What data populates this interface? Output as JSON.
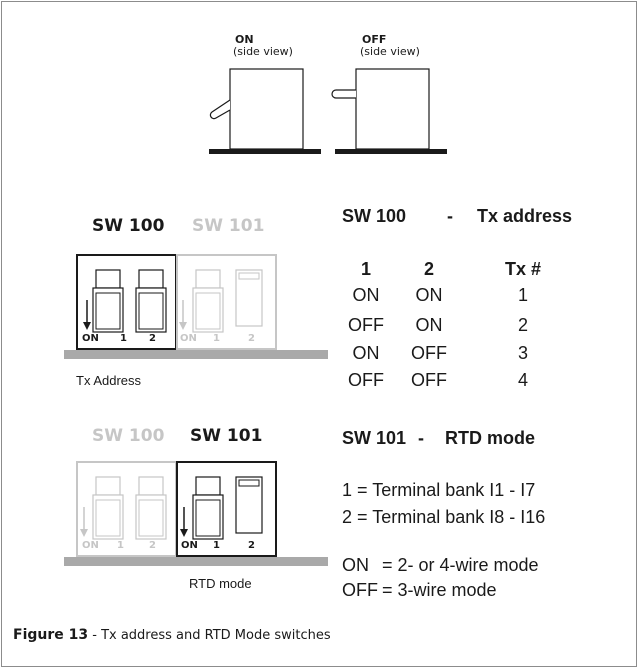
{
  "side_views": {
    "on_label": "ON",
    "on_sub": "(side view)",
    "off_label": "OFF",
    "off_sub": "(side view)"
  },
  "sw100_panel": {
    "active_label": "SW 100",
    "inactive_label": "SW 101",
    "on_text_active": "ON",
    "pos1_active": "1",
    "pos2_active": "2",
    "on_text_inactive": "ON",
    "pos1_inactive": "1",
    "pos2_inactive": "2",
    "caption": "Tx Address"
  },
  "sw101_panel": {
    "inactive_label": "SW 100",
    "active_label": "SW 101",
    "on_text_inactive": "ON",
    "pos1_inactive": "1",
    "pos2_inactive": "2",
    "on_text_active": "ON",
    "pos1_active": "1",
    "pos2_active": "2",
    "caption": "RTD mode"
  },
  "tx_table": {
    "heading_left": "SW 100",
    "heading_dash": "-",
    "heading_right": "Tx address",
    "headers": [
      "1",
      "2",
      "Tx #"
    ],
    "rows": [
      [
        "ON",
        "ON",
        "1"
      ],
      [
        "OFF",
        "ON",
        "2"
      ],
      [
        "ON",
        "OFF",
        "3"
      ],
      [
        "OFF",
        "OFF",
        "4"
      ]
    ]
  },
  "rtd_info": {
    "heading_left": "SW 101",
    "heading_dash": "-",
    "heading_right": "RTD mode",
    "line1": "1 = Terminal bank I1 - I7",
    "line2": "2 = Terminal bank I8 - I16",
    "on_key": "ON",
    "on_value": "=  2- or 4-wire mode",
    "off_key": "OFF",
    "off_value": "=  3-wire mode"
  },
  "caption": {
    "figure_label": "Figure 13",
    "figure_text": " - Tx address and RTD Mode switches"
  },
  "colors": {
    "ink": "#1a1a1a",
    "dim": "#c6c6c6",
    "base": "#a9a9a9",
    "border": "#8c8c8c"
  }
}
